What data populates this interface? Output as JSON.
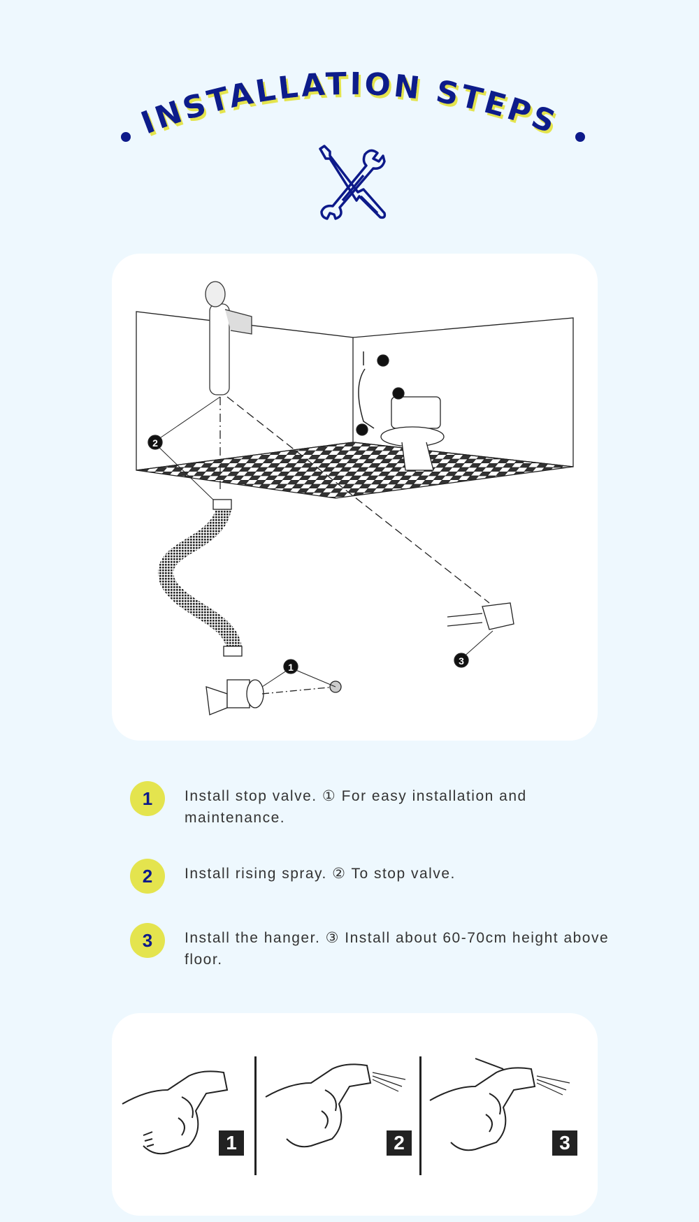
{
  "header": {
    "title": "INSTALLATION STEPS",
    "icon": "wrench-screwdriver-icon"
  },
  "diagram": {
    "callouts": [
      "1",
      "2",
      "3"
    ]
  },
  "steps": [
    {
      "number": "1",
      "text": "Install stop valve. ① For easy installation and maintenance."
    },
    {
      "number": "2",
      "text": "Install rising spray. ② To stop valve."
    },
    {
      "number": "3",
      "text": "Install the hanger. ③ Install about 60-70cm height above floor."
    }
  ],
  "usage_panels": [
    {
      "number": "1"
    },
    {
      "number": "2"
    },
    {
      "number": "3"
    }
  ],
  "colors": {
    "background": "#eef8fe",
    "accent_navy": "#0d1a8a",
    "accent_yellow": "#e4e44e"
  }
}
